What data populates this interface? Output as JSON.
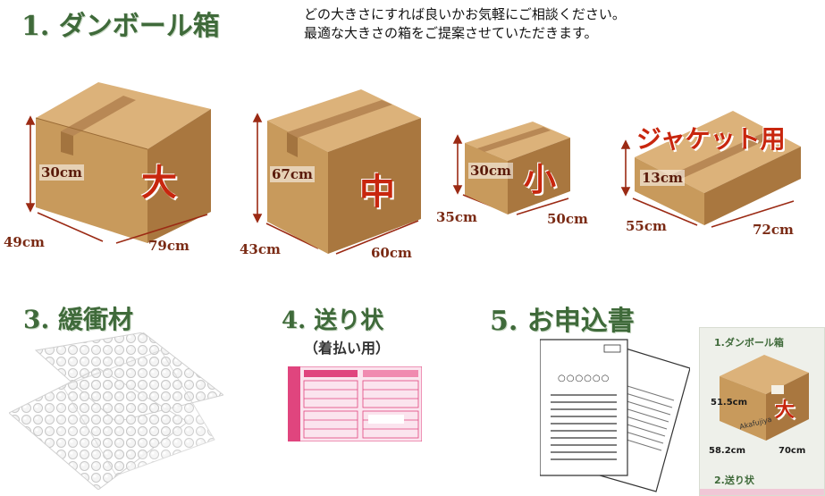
{
  "sections": {
    "boxes": {
      "title": "1. ダンボール箱"
    },
    "cushion": {
      "title": "3. 緩衝材"
    },
    "label": {
      "title": "4. 送り状",
      "subtitle": "（着払い用）"
    },
    "application": {
      "title": "5. お申込書"
    }
  },
  "intro": {
    "line1": "どの大きさにすれば良いかお気軽にご相談ください。",
    "line2": "最適な大きさの箱をご提案させていただきます。"
  },
  "boxes": {
    "large": {
      "size_label": "大",
      "height": "30cm",
      "depth": "49cm",
      "width": "79cm"
    },
    "medium": {
      "size_label": "中",
      "height": "67cm",
      "depth": "43cm",
      "width": "60cm"
    },
    "small": {
      "size_label": "小",
      "height": "30cm",
      "depth": "35cm",
      "width": "50cm"
    },
    "jacket": {
      "size_label": "ジャケット用",
      "height": "13cm",
      "depth": "55cm",
      "width": "72cm"
    }
  },
  "application_form": {
    "circles": "○○○○○○"
  },
  "sample_panel": {
    "title1": "1.ダンボール箱",
    "height": "51.5cm",
    "size_label": "大",
    "brand": "Akafujiya",
    "depth": "58.2cm",
    "width": "70cm",
    "title2": "2.送り状"
  },
  "colors": {
    "heading_green": "#3f6a3a",
    "dimension_brown": "#7a2a14",
    "size_red": "#c8260e",
    "cardboard": "#c89a5c",
    "slip_pink": "#e0457e"
  }
}
